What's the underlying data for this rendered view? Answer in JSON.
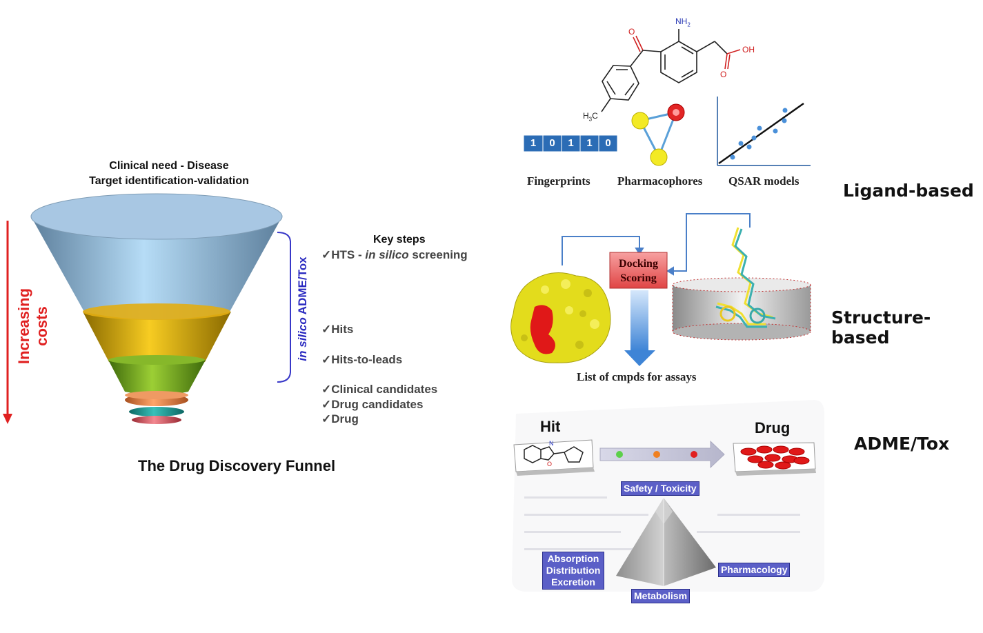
{
  "funnel": {
    "top_line1": "Clinical need - Disease",
    "top_line2": "Target identification-validation",
    "cost_label": "Increasing costs",
    "adme_label_italic": "in silico",
    "adme_label_rest": " ADME/Tox",
    "title": "The Drug Discovery Funnel",
    "key_steps_title": "Key steps",
    "steps": [
      {
        "check": "✓",
        "pre": "HTS - ",
        "italic": "in silico",
        "post": " screening"
      },
      {
        "check": "✓",
        "pre": "Hits"
      },
      {
        "check": "✓",
        "pre": "Hits-to-leads"
      },
      {
        "check": "✓",
        "pre": "Clinical candidates"
      },
      {
        "check": "✓",
        "pre": "Drug candidates"
      },
      {
        "check": "✓",
        "pre": "Drug"
      }
    ],
    "colors": {
      "top": "#9cc3e3",
      "yellow": "#e8b615",
      "green": "#7fb321",
      "orange": "#f08a4b",
      "teal": "#2aa5a0",
      "red": "#e0606a"
    }
  },
  "ligand": {
    "section_label": "Ligand-based",
    "molecule_labels": {
      "nh2_main": "NH",
      "nh2_sub": "2",
      "o1": "O",
      "o2": "O",
      "oh": "OH",
      "h3c_main": "H",
      "h3c_sub": "3",
      "h3c_c": "C"
    },
    "fingerprint_bits": [
      "1",
      "0",
      "1",
      "1",
      "0"
    ],
    "captions": [
      "Fingerprints",
      "Pharmacophores",
      "QSAR models"
    ]
  },
  "structure": {
    "section_label": "Structure-based",
    "docking_line1": "Docking",
    "docking_line2": "Scoring",
    "assays_caption": "List of cmpds for assays"
  },
  "adme": {
    "section_label": "ADME/Tox",
    "hit_label": "Hit",
    "drug_label": "Drug",
    "safety": "Safety / Toxicity",
    "absorption": [
      "Absorption",
      "Distribution",
      "Excretion"
    ],
    "pharmacology": "Pharmacology",
    "metabolism": "Metabolism"
  }
}
